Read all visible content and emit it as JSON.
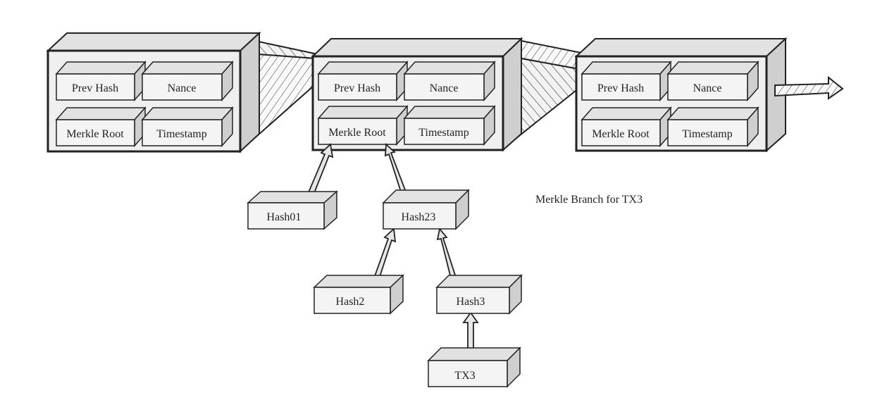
{
  "caption": "Merkle Branch for TX3",
  "blocks": [
    {
      "fields": {
        "prev_hash": "Prev Hash",
        "nonce": "Nance",
        "merkle_root": "Merkle Root",
        "timestamp": "Timestamp"
      }
    },
    {
      "fields": {
        "prev_hash": "Prev Hash",
        "nonce": "Nance",
        "merkle_root": "Merkle Root",
        "timestamp": "Timestamp"
      }
    },
    {
      "fields": {
        "prev_hash": "Prev Hash",
        "nonce": "Nance",
        "merkle_root": "Merkle Root",
        "timestamp": "Timestamp"
      }
    }
  ],
  "merkle_nodes": {
    "hash01": "Hash01",
    "hash23": "Hash23",
    "hash2": "Hash2",
    "hash3": "Hash3",
    "tx3": "TX3"
  },
  "colors": {
    "box_face": "#efefef",
    "box_top": "#e2e2e2",
    "box_side": "#cfcfcf",
    "stroke": "#222222"
  }
}
